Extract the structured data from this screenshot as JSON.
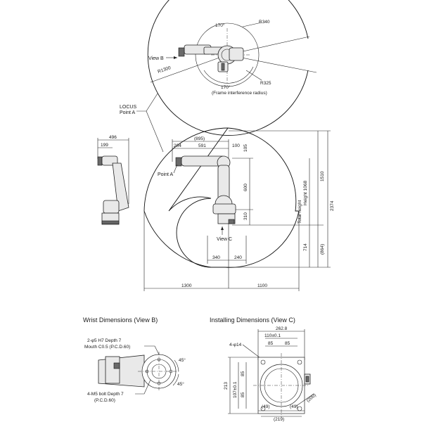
{
  "top_view": {
    "angle_top": "170°",
    "angle_bottom": "170°",
    "r340": "R340",
    "r1300": "R1300",
    "r325": "R325",
    "frame_note": "(Frame interference radius)",
    "view_b": "View B"
  },
  "locus": {
    "line1": "LOCUS",
    "line2": "Point A"
  },
  "side_view": {
    "d496": "496",
    "d199": "199",
    "d895": "(895)",
    "d204": "204",
    "d591": "591",
    "d100": "100",
    "d105": "105",
    "d600": "600",
    "d310": "310",
    "d340": "340",
    "d240": "240",
    "d1300": "1300",
    "d1100": "1100",
    "d1510": "1510",
    "d2374": "2374",
    "d714": "714",
    "d864": "(864)",
    "height_label": "Height 1068",
    "total_height": "Total height",
    "point_a": "Point A",
    "view_c": "View C"
  },
  "wrist": {
    "title": "Wrist Dimensions (View B)",
    "note1": "2-φ5 H7 Depth 7",
    "note2": "Mouth C0.5 (P.C.D.60)",
    "note3": "4-M5 bolt Depth 7",
    "note4": "(P.C.D.60)",
    "a45": "45°",
    "a45b": "45°"
  },
  "install": {
    "title": "Installing Dimensions (View C)",
    "d2628": "262.8",
    "d110": "110±0.1",
    "d85a": "85",
    "d85b": "85",
    "d4phi14": "4-φ14",
    "d213": "213",
    "d85c": "85",
    "d85d": "85",
    "d107": "107±0.1",
    "d49a": "(49)",
    "d49b": "(49)",
    "d219": "(219)",
    "d200": "(200)"
  }
}
